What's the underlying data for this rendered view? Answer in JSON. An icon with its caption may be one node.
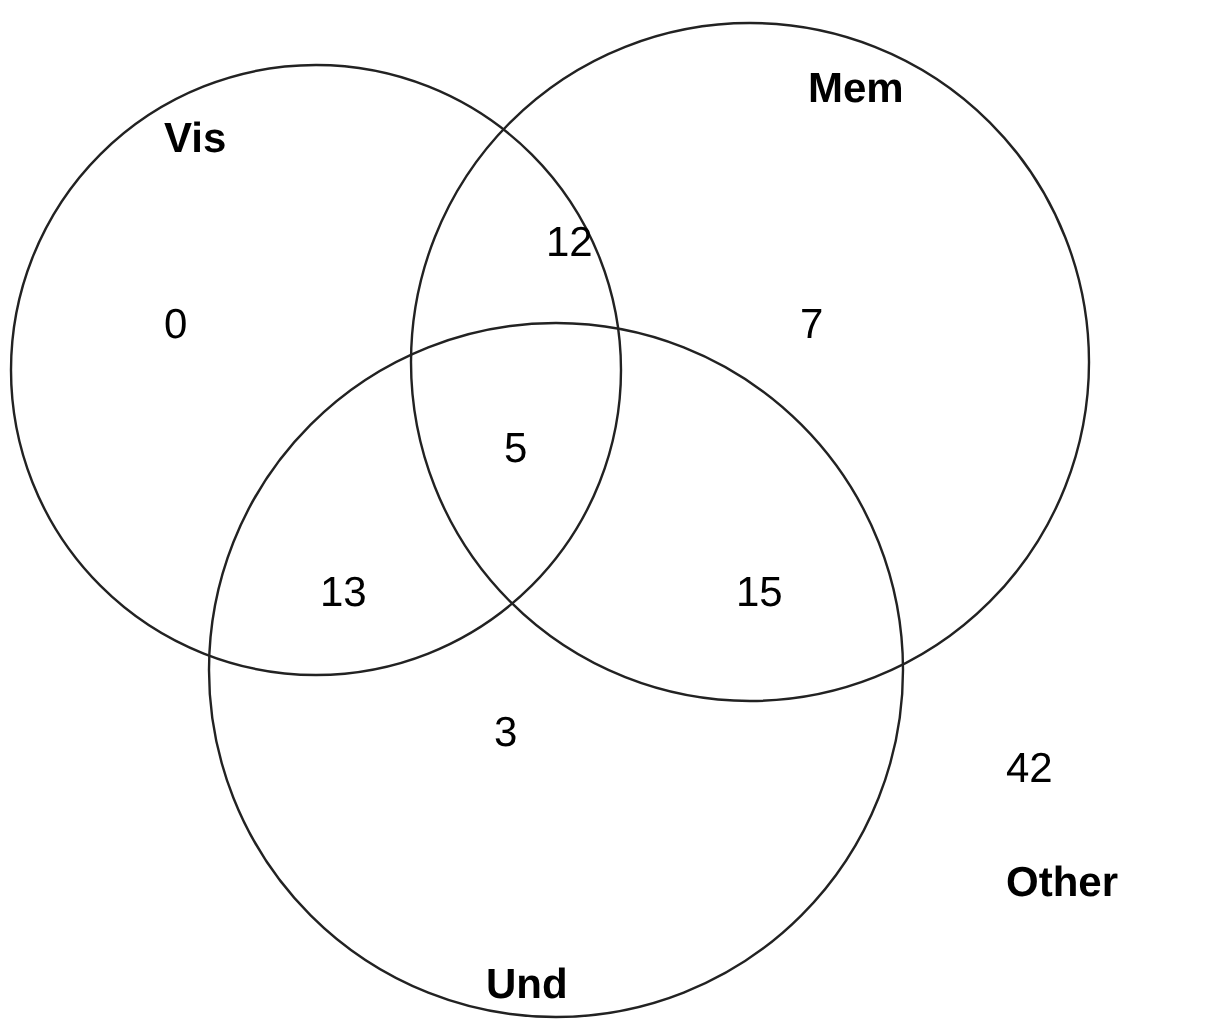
{
  "diagram": {
    "nodes": [
      {
        "text": [
          "Vis"
        ]
      },
      {
        "text": [
          "Mem"
        ]
      },
      {
        "text": [
          "Und"
        ]
      }
    ],
    "labels": [
      "12",
      "0",
      "7",
      "5",
      "13",
      "15",
      "3",
      "42",
      "Other"
    ]
  }
}
